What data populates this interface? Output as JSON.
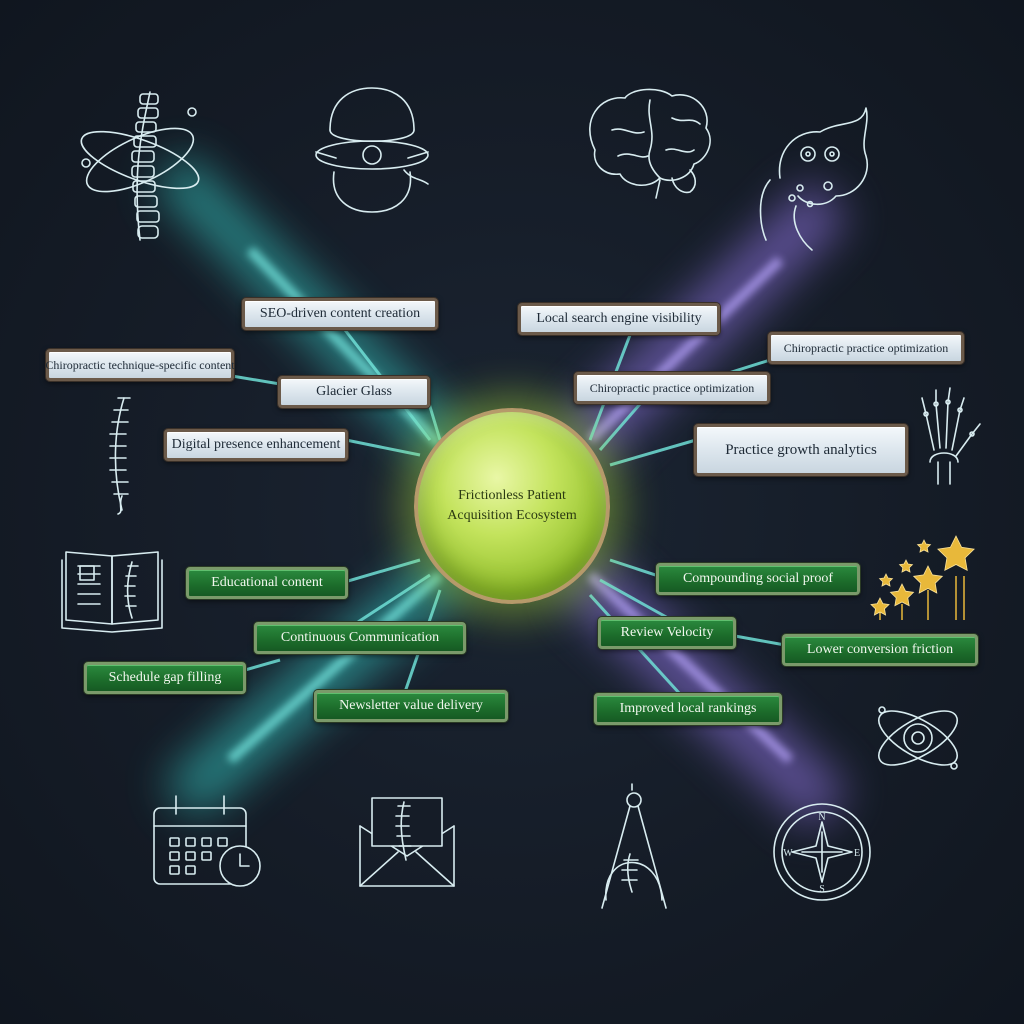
{
  "hub": {
    "label": "Frictionless Patient Acquisition Ecosystem"
  },
  "labels": {
    "seo_content": "SEO-driven content creation",
    "technique_content": "Chiropractic technique-specific content",
    "glacier_glass": "Glacier Glass",
    "digital_presence": "Digital presence enhancement",
    "local_search": "Local search engine visibility",
    "practice_opt_outer": "Chiropractic practice optimization",
    "practice_opt_inner": "Chiropractic practice optimization",
    "growth_analytics": "Practice growth analytics",
    "educational_content": "Educational content",
    "continuous_comm": "Continuous Communication",
    "schedule_gap": "Schedule gap filling",
    "newsletter_value": "Newsletter value delivery",
    "social_proof": "Compounding social proof",
    "review_velocity": "Review Velocity",
    "lower_friction": "Lower conversion friction",
    "local_rankings": "Improved local rankings"
  },
  "icons": {
    "spine_orbit": "spine-orbit-icon",
    "vertebra": "vertebra-disc-icon",
    "brain": "brain-icon",
    "neuron": "neuron-synapse-icon",
    "small_spine": "spine-icon",
    "hand_bones": "hand-skeleton-icon",
    "book": "spine-book-icon",
    "stars": "rising-stars-icon",
    "atom": "atom-icon",
    "calendar": "calendar-clock-icon",
    "envelope": "spine-envelope-icon",
    "compass_tool": "drafting-compass-icon",
    "compass_rose": "compass-rose-icon"
  },
  "compass_points": {
    "n": "N",
    "s": "S",
    "e": "E",
    "w": "W"
  },
  "colors": {
    "background": "#151c27",
    "line_stroke": "#d8ecf0",
    "beam_cyan": "#39d8d0",
    "beam_violet": "#9a7cf2",
    "hub_fill": "#b5dc4a",
    "hub_ring": "#b69a6a",
    "glass_fill": "#dfe8ef",
    "green_fill": "#1d6e2c",
    "star_gold": "#e8b83a"
  }
}
